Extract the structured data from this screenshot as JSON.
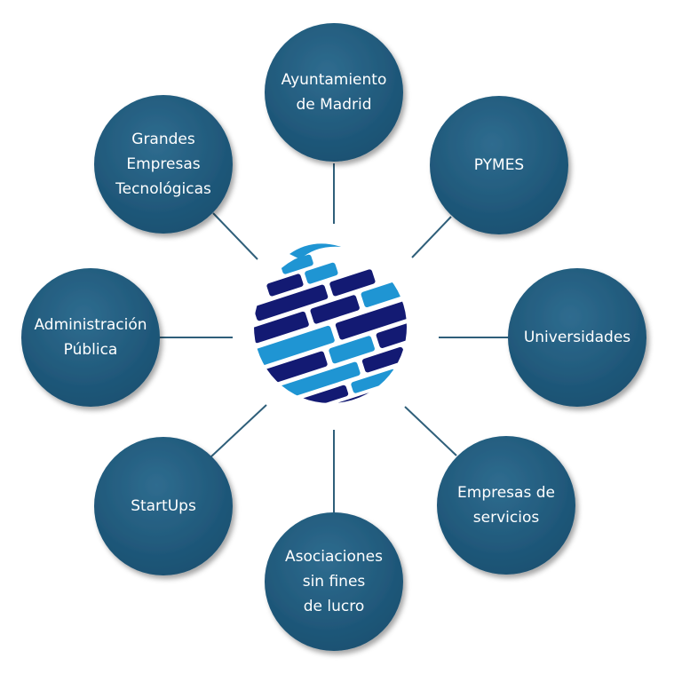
{
  "colors": {
    "node_fill_light": "#2f6c8f",
    "node_fill_dark": "#174d6e",
    "connector": "#2f5f7a",
    "label_text": "#ffffff",
    "globe_navy": "#131a73",
    "globe_sky": "#1f95d3"
  },
  "center": {
    "icon": "striped-globe-icon"
  },
  "nodes": [
    {
      "id": "ayuntamiento",
      "lines": [
        "Ayuntamiento",
        "de Madrid"
      ]
    },
    {
      "id": "pymes",
      "lines": [
        "PYMES"
      ]
    },
    {
      "id": "universidades",
      "lines": [
        "Universidades"
      ]
    },
    {
      "id": "empresas-servicios",
      "lines": [
        "Empresas de",
        "servicios"
      ]
    },
    {
      "id": "asociaciones",
      "lines": [
        "Asociaciones",
        "sin fines",
        "de lucro"
      ]
    },
    {
      "id": "startups",
      "lines": [
        "StartUps"
      ]
    },
    {
      "id": "administracion",
      "lines": [
        "Administración",
        "Pública"
      ]
    },
    {
      "id": "grandes-empresas",
      "lines": [
        "Grandes",
        "Empresas",
        "Tecnológicas"
      ]
    }
  ]
}
